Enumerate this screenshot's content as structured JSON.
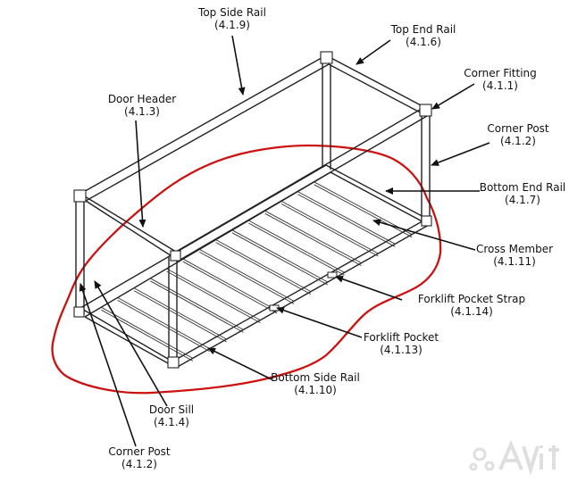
{
  "labels": [
    {
      "id": "top-side-rail",
      "name": "Top Side Rail",
      "code": "(4.1.9)"
    },
    {
      "id": "top-end-rail",
      "name": "Top End Rail",
      "code": "(4.1.6)"
    },
    {
      "id": "corner-fitting",
      "name": "Corner Fitting",
      "code": "(4.1.1)"
    },
    {
      "id": "door-header",
      "name": "Door Header",
      "code": "(4.1.3)"
    },
    {
      "id": "corner-post-right",
      "name": "Corner Post",
      "code": "(4.1.2)"
    },
    {
      "id": "bottom-end-rail",
      "name": "Bottom End Rail",
      "code": "(4.1.7)"
    },
    {
      "id": "cross-member",
      "name": "Cross Member",
      "code": "(4.1.11)"
    },
    {
      "id": "forklift-pocket-strap",
      "name": "Forklift Pocket Strap",
      "code": "(4.1.14)"
    },
    {
      "id": "forklift-pocket",
      "name": "Forklift Pocket",
      "code": "(4.1.13)"
    },
    {
      "id": "bottom-side-rail",
      "name": "Bottom Side Rail",
      "code": "(4.1.10)"
    },
    {
      "id": "door-sill",
      "name": "Door Sill",
      "code": "(4.1.4)"
    },
    {
      "id": "corner-post-left",
      "name": "Corner Post",
      "code": "(4.1.2)"
    }
  ],
  "colors": {
    "annotation_outline": "#cc1111",
    "line": "#222222"
  }
}
